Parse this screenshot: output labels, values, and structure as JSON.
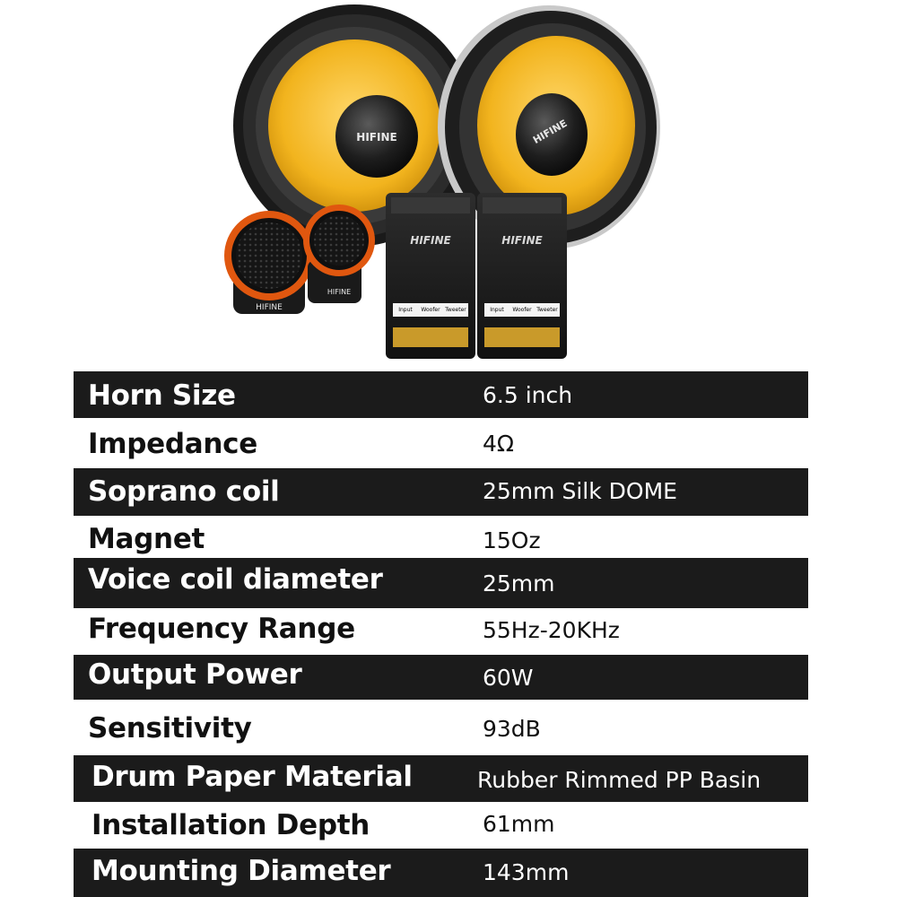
{
  "product": {
    "brand_mark": "HIFINE",
    "crossover_terminal_labels": [
      "Input",
      "Woofer",
      "Tweeter"
    ]
  },
  "specs": [
    {
      "label": "Horn Size",
      "value": "6.5 inch"
    },
    {
      "label": "Impedance",
      "value": "4Ω"
    },
    {
      "label": "Soprano coil",
      "value": "25mm Silk DOME"
    },
    {
      "label": "Magnet",
      "value": "15Oz"
    },
    {
      "label": "Voice coil diameter",
      "value": "25mm"
    },
    {
      "label": "Frequency Range",
      "value": "55Hz-20KHz"
    },
    {
      "label": "Output Power",
      "value": "60W"
    },
    {
      "label": "Sensitivity",
      "value": "93dB"
    },
    {
      "label": "Drum Paper Material",
      "value": "Rubber Rimmed PP Basin"
    },
    {
      "label": "Installation Depth",
      "value": "61mm"
    },
    {
      "label": "Mounting Diameter",
      "value": "143mm"
    }
  ]
}
